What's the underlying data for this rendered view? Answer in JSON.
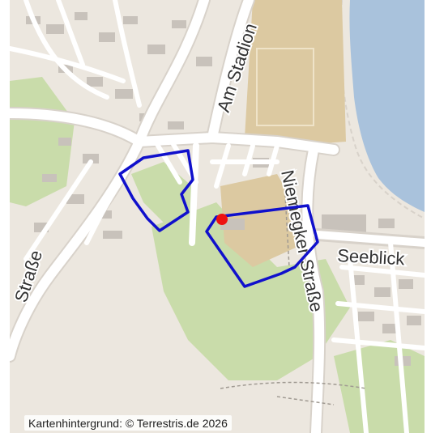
{
  "map": {
    "colors": {
      "land": "#ece7df",
      "water": "#a9c2dc",
      "green": "#c9dcaa",
      "sport": "#dcc9a1",
      "building": "#c8c2bb",
      "road": "#ffffff",
      "road_casing": "#d8d2ca",
      "area_outline": "#1010cc",
      "marker": "#ee1111"
    },
    "streets": [
      {
        "label": "Am Stadion"
      },
      {
        "label": "Niemegker Straße"
      },
      {
        "label": "Seeblick"
      },
      {
        "label": "Straße"
      }
    ],
    "highlighted_areas": [
      {
        "outline_color": "#1010cc"
      },
      {
        "outline_color": "#1010cc"
      }
    ],
    "marker": {
      "color": "#ee1111"
    }
  },
  "attribution": {
    "text": "Kartenhintergrund: © Terrestris.de 2026"
  }
}
